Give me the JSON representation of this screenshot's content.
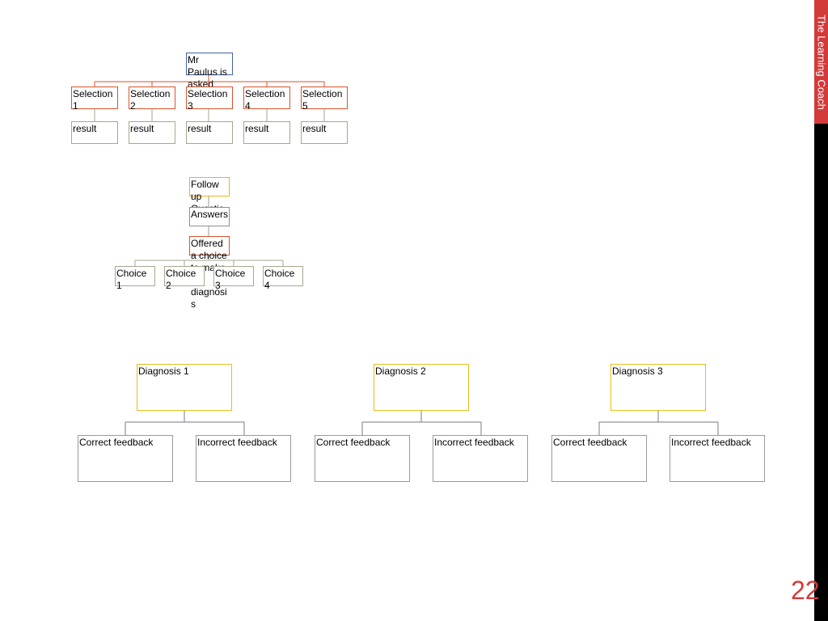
{
  "sidebar": {
    "label": "The Learning Coach",
    "accent_color": "#d33a3a"
  },
  "page_number": "22",
  "top_tree": {
    "root": "Mr Paulus is asked questions",
    "selections": [
      "Selection 1",
      "Selection 2",
      "Selection 3",
      "Selection 4",
      "Selection 5"
    ],
    "results": [
      "result",
      "result",
      "result",
      "result",
      "result"
    ]
  },
  "middle_tree": {
    "follow_up": "Follow up Questions",
    "answers": "Answers",
    "offered": "Offered a choice to make a diagnosis",
    "choices": [
      "Choice 1",
      "Choice 2",
      "Choice 3",
      "Choice 4"
    ]
  },
  "diagnoses": [
    {
      "label": "Diagnosis 1",
      "correct": "Correct feedback",
      "incorrect": "Incorrect feedback"
    },
    {
      "label": "Diagnosis 2",
      "correct": "Correct feedback",
      "incorrect": "Incorrect feedback"
    },
    {
      "label": "Diagnosis 3",
      "correct": "Correct feedback",
      "incorrect": "Incorrect feedback"
    }
  ]
}
